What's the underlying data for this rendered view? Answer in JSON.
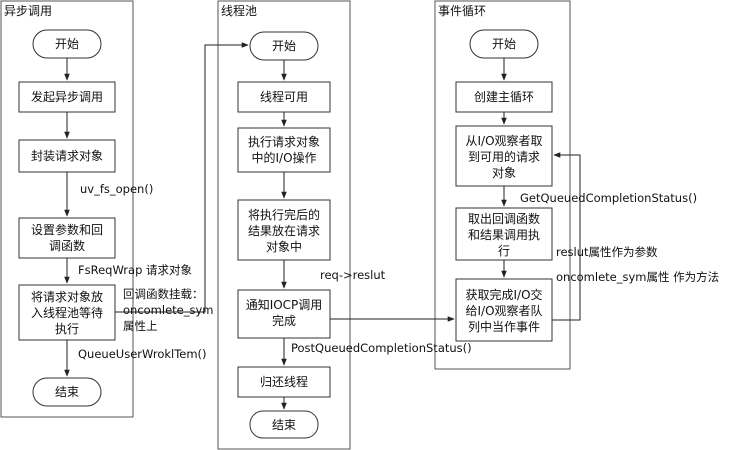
{
  "lanes": {
    "async": "异步调用",
    "pool": "线程池",
    "loop": "事件循环"
  },
  "nodes": {
    "a_start": "开始",
    "a_initiate": "发起异步调用",
    "a_wrap": "封装请求对象",
    "a_params": [
      "设置参数和回",
      "调函数"
    ],
    "a_enqueue": [
      "将请求对象放",
      "入线程池等待",
      "执行"
    ],
    "a_end": "结束",
    "p_start": "开始",
    "p_available": "线程可用",
    "p_execute": [
      "执行请求对象",
      "中的I/O操作"
    ],
    "p_store": [
      "将执行完后的",
      "结果放在请求",
      "对象中"
    ],
    "p_notify": [
      "通知IOCP调用",
      "完成"
    ],
    "p_return": "归还线程",
    "p_end": "结束",
    "l_start": "开始",
    "l_create": "创建主循环",
    "l_fetch": [
      "从I/O观察者取",
      "到可用的请求",
      "对象"
    ],
    "l_callback": [
      "取出回调函数",
      "和结果调用执",
      "行"
    ],
    "l_get": [
      "获取完成I/O交",
      "给I/O观察者队",
      "列中当作事件"
    ]
  },
  "labels": {
    "uv_fs_open": "uv_fs_open()",
    "fsreqwrap": "FsReqWrap 请求对象",
    "callback_mount": [
      "回调函数挂载：",
      "oncomlete_sym",
      "属性上"
    ],
    "queue_user": "QueueUserWroklTem()",
    "req_result": "req->reslut",
    "post_queued": "PostQueuedCompletionStatus()",
    "get_queued": "GetQueuedCompletionStatus()",
    "result_param": "reslut属性作为参数",
    "oncomplete_method": "oncomlete_sym属性 作为方法"
  }
}
